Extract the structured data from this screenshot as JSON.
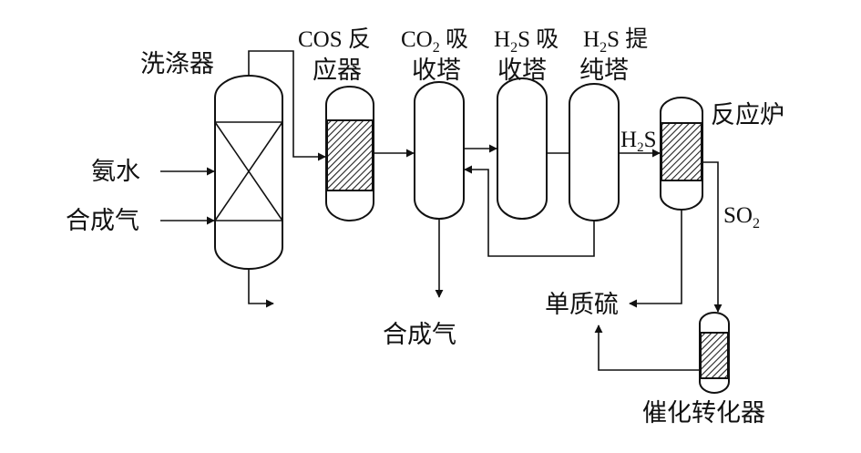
{
  "labels": {
    "scrubber": "洗涤器",
    "ammonia_water": "氨水",
    "syngas_in": "合成气",
    "cos_reactor_line1": "COS 反",
    "cos_reactor_line2": "应器",
    "co2_absorber_prefix": "CO",
    "co2_absorber_sub": "2",
    "co2_absorber_suffix": " 吸",
    "co2_absorber_line2": "收塔",
    "h2s_absorber_prefix": "H",
    "h2s_absorber_sub": "2",
    "h2s_absorber_suffix": "S 吸",
    "h2s_absorber_line2": "收塔",
    "h2s_stripper_prefix": "H",
    "h2s_stripper_sub": "2",
    "h2s_stripper_suffix": "S 提",
    "h2s_stripper_line2": "纯塔",
    "h2s_stream_prefix": "H",
    "h2s_stream_sub": "2",
    "h2s_stream_suffix": "S",
    "reactor_furnace": "反应炉",
    "so2_prefix": "SO",
    "so2_sub": "2",
    "syngas_out": "合成气",
    "elemental_sulfur": "单质硫",
    "catalytic_converter": "催化转化器"
  }
}
